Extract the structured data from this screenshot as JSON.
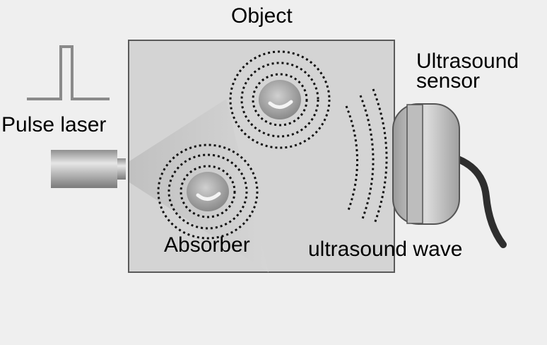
{
  "labels": {
    "object": "Object",
    "pulse_laser": "Pulse laser",
    "ultrasound_sensor_line1": "Ultrasound",
    "ultrasound_sensor_line2": "sensor",
    "absorber": "Absorber",
    "ultrasound_wave": "ultrasound wave"
  },
  "colors": {
    "background": "#efefef",
    "object_fill": "#d4d4d4",
    "object_border": "#5a5a5a",
    "laser_beam": "#c4c4c4",
    "pulse_line": "#8a8a8a",
    "absorber": "#a8a8a8",
    "sensor": "#c8c8c8",
    "cable": "#2e2e2e",
    "dots": "#111111"
  },
  "icons": {
    "pulse": "square-pulse-icon",
    "laser": "cylinder-laser-icon",
    "absorber": "red-blood-cell-icon",
    "sensor": "ultrasound-transducer-icon"
  }
}
